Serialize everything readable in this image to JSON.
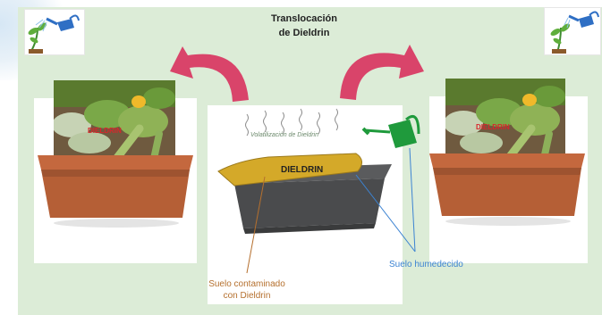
{
  "title": {
    "line1": "Translocación",
    "line2": "de Dieldrin"
  },
  "left_photo": {
    "label": "DIELDRIN"
  },
  "right_photo": {
    "label": "DIELDRIN"
  },
  "center_box": {
    "label": "DIELDRIN",
    "vapor": "Volatilización de Dieldrin"
  },
  "annotations": {
    "soil_contaminated_line1": "Suelo contaminado",
    "soil_contaminated_line2": "con Dieldrin",
    "soil_moist": "Suelo humedecido"
  },
  "colors": {
    "background": "#dcecd7",
    "arrow": "#d9446a",
    "pot": "#c4683e",
    "dieldrin_soil": "#d4a929",
    "container": "#4a4b4d",
    "label_red": "#d9252b",
    "annotation_brown": "#b5702e",
    "annotation_blue": "#3c83d2",
    "watering_can": "#1f9a3c"
  },
  "icons": [
    "watering-plant-icon",
    "watering-can-icon",
    "curved-arrow-icon"
  ]
}
